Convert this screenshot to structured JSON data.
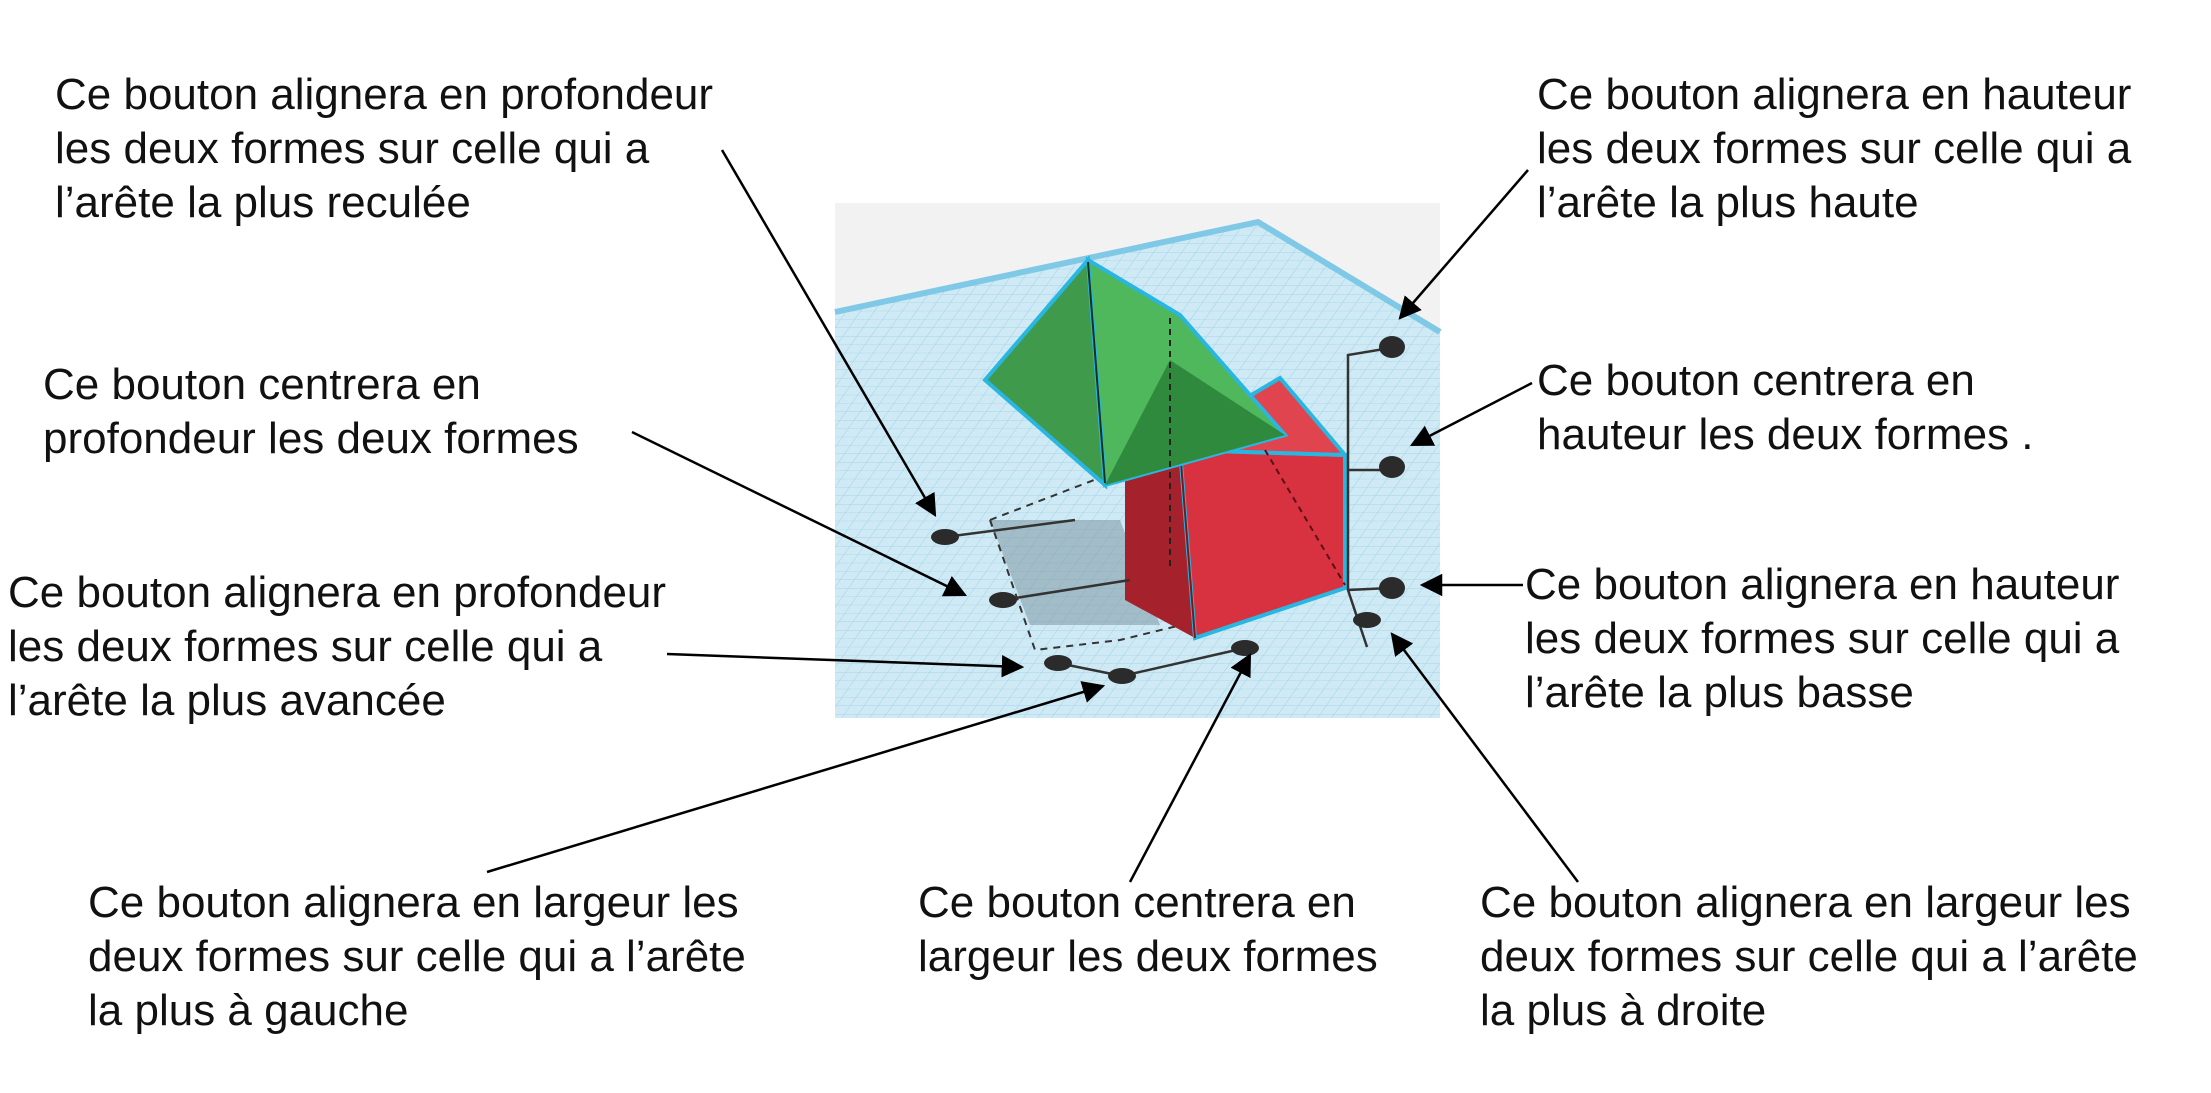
{
  "labels": {
    "depth_back": "Ce bouton alignera en profondeur\nles deux formes sur celle qui a\nl’arête la plus reculée",
    "depth_center": "Ce bouton centrera en\nprofondeur les deux formes",
    "depth_front": "Ce bouton alignera en profondeur\nles deux formes sur celle qui a\nl’arête la plus avancée",
    "width_left": "Ce bouton alignera en largeur les\ndeux formes sur celle qui a l’arête\nla plus à gauche",
    "width_center": "Ce bouton centrera en\nlargeur les deux formes",
    "width_right": "Ce bouton alignera en largeur les\ndeux formes sur celle qui a l’arête\nla plus à droite",
    "height_top": "Ce bouton alignera en hauteur\nles deux formes sur celle qui a\nl’arête la plus haute",
    "height_center": "Ce bouton centrera en\nhauteur les deux formes .",
    "height_bottom": "Ce bouton alignera en hauteur\nles deux formes sur celle qui a\nl’arête la plus basse"
  },
  "colors": {
    "grid_plane": "#cfeaf5",
    "grid_line": "#9fd3e8",
    "roof_green": "#3f9a4c",
    "roof_green_light": "#4fb85c",
    "cube_red": "#d8313f",
    "cube_red_dark": "#a5222c",
    "selection_outline": "#29b6e0",
    "handle": "#2b2b2b"
  },
  "icons": {
    "shapes": [
      "roof-shape-icon",
      "box-shape-icon"
    ],
    "handles": "align-handle-icon"
  }
}
